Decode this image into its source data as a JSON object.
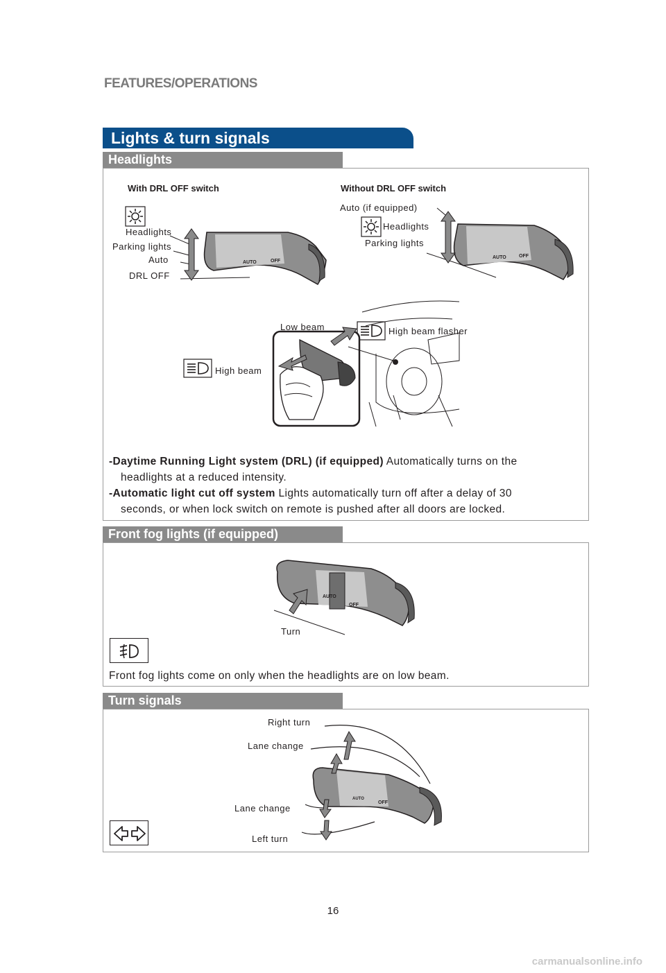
{
  "page": {
    "header": "FEATURES/OPERATIONS",
    "title": "Lights & turn signals",
    "page_number": "16",
    "footer": "carmanualsonline.info"
  },
  "headlights": {
    "heading": "Headlights",
    "with_drl": {
      "title": "With DRL OFF switch",
      "headlights": "Headlights",
      "parking": "Parking lights",
      "auto": "Auto",
      "drl_off": "DRL OFF"
    },
    "without_drl": {
      "title": "Without DRL OFF switch",
      "auto": "Auto (if equipped)",
      "headlights": "Headlights",
      "parking": "Parking lights"
    },
    "beam": {
      "low": "Low beam",
      "high": "High beam",
      "flasher": "High beam flasher"
    },
    "notes": [
      {
        "bold": "-Daytime Running Light system (DRL) (if equipped)",
        "text": " Automatically turns on the",
        "cont": "headlights at a reduced intensity."
      },
      {
        "bold": "-Automatic light cut off system",
        "text": " Lights automatically turn off after a delay of 30",
        "cont": "seconds, or when lock switch on remote is pushed after all doors are locked."
      }
    ]
  },
  "fog": {
    "heading": "Front fog lights (if equipped)",
    "turn": "Turn",
    "note": "Front fog lights come on only when the headlights are on low beam."
  },
  "turn_signals": {
    "heading": "Turn signals",
    "right_turn": "Right turn",
    "lane_change_up": "Lane change",
    "lane_change_down": "Lane change",
    "left_turn": "Left turn"
  },
  "switch_marks": {
    "auto": "AUTO",
    "off": "OFF"
  }
}
